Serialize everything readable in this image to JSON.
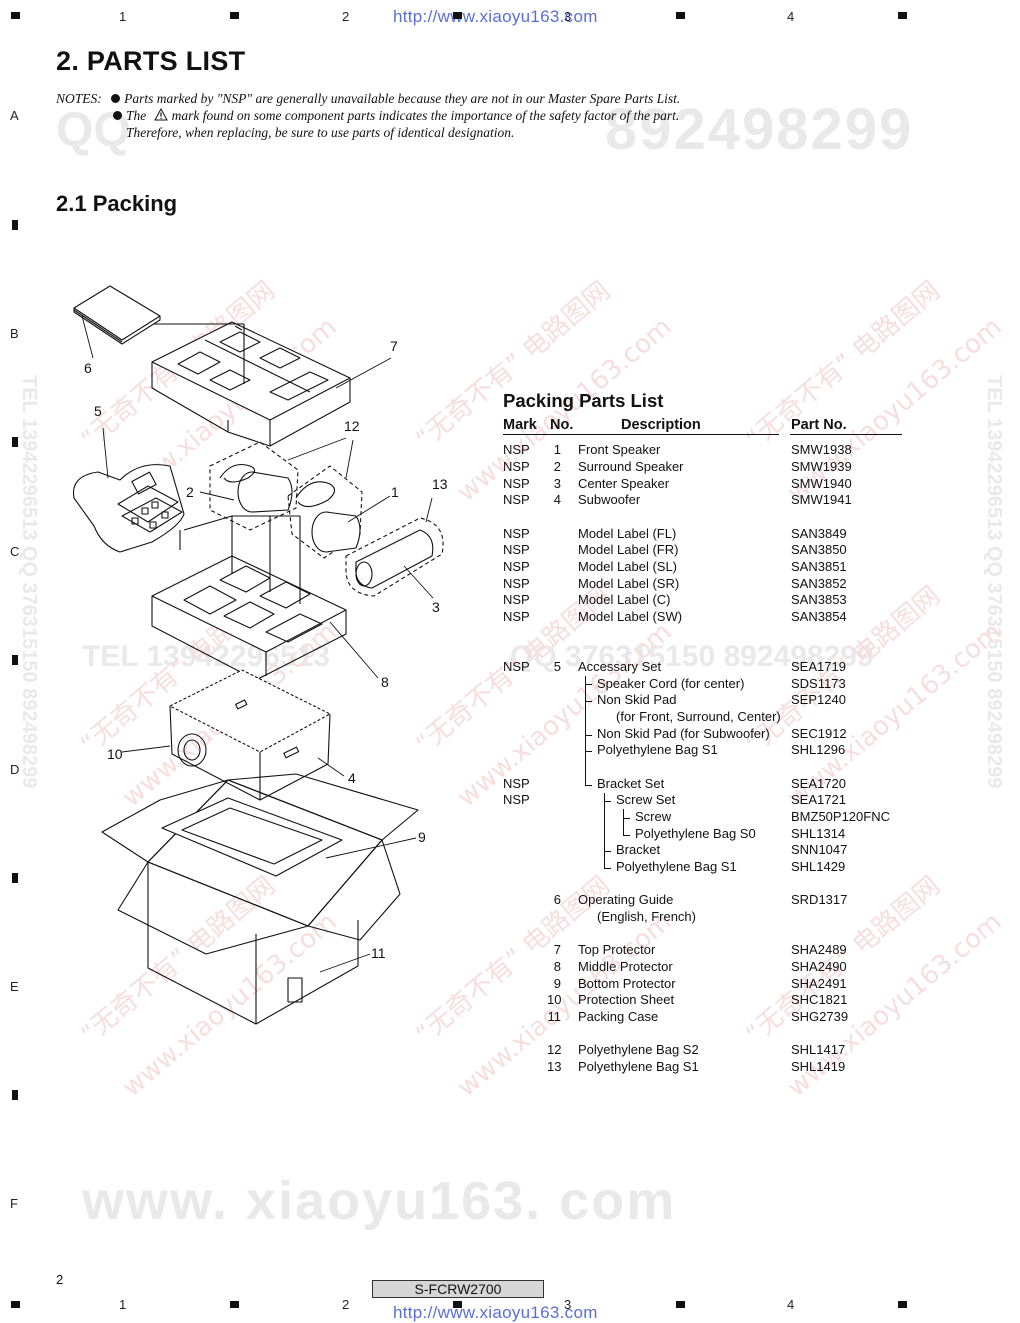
{
  "header": {
    "grid_numbers": [
      "1",
      "2",
      "3",
      "4"
    ],
    "url": "http://www.xiaoyu163.com"
  },
  "row_letters": [
    "A",
    "B",
    "C",
    "D",
    "E",
    "F"
  ],
  "title": "2. PARTS LIST",
  "notes": {
    "label": "NOTES:",
    "line1": "Parts marked by \"NSP\" are generally unavailable because they are not in our Master Spare Parts List.",
    "line2_pre": "The",
    "line2_post": "mark found on some component parts indicates the importance of the safety factor of the part.",
    "line3": "Therefore, when replacing, be sure to use parts of identical designation."
  },
  "section_title": "2.1 Packing",
  "watermarks": {
    "qq": "QQ",
    "digits": "892498299",
    "tel_mid": "TEL 13942296513",
    "qq_mid": "QQ 376315150  892498299",
    "site_bottom": "www. xiaoyu163. com",
    "side_text": "TEL 13942296513 QQ 376315150 892498299",
    "red_cn": "“无奇不有” 电路图网",
    "red_site": "www.xiaoyu163.com"
  },
  "diagram": {
    "callouts": [
      "1",
      "2",
      "3",
      "4",
      "5",
      "6",
      "7",
      "8",
      "9",
      "10",
      "11",
      "12",
      "13"
    ]
  },
  "packing_list": {
    "title": "Packing Parts List",
    "headers": {
      "mark": "Mark",
      "no": "No.",
      "description": "Description",
      "part_no": "Part No."
    },
    "rows": [
      {
        "mark": "NSP",
        "no": "1",
        "desc": "Front Speaker",
        "part": "SMW1938"
      },
      {
        "mark": "NSP",
        "no": "2",
        "desc": "Surround Speaker",
        "part": "SMW1939"
      },
      {
        "mark": "NSP",
        "no": "3",
        "desc": "Center Speaker",
        "part": "SMW1940"
      },
      {
        "mark": "NSP",
        "no": "4",
        "desc": "Subwoofer",
        "part": "SMW1941"
      },
      {
        "mark": "NSP",
        "no": "",
        "desc": "Model Label (FL)",
        "part": "SAN3849"
      },
      {
        "mark": "NSP",
        "no": "",
        "desc": "Model Label (FR)",
        "part": "SAN3850"
      },
      {
        "mark": "NSP",
        "no": "",
        "desc": "Model Label (SL)",
        "part": "SAN3851"
      },
      {
        "mark": "NSP",
        "no": "",
        "desc": "Model Label (SR)",
        "part": "SAN3852"
      },
      {
        "mark": "NSP",
        "no": "",
        "desc": "Model Label (C)",
        "part": "SAN3853"
      },
      {
        "mark": "NSP",
        "no": "",
        "desc": "Model Label (SW)",
        "part": "SAN3854"
      },
      {
        "mark": "NSP",
        "no": "5",
        "desc": "Accessary Set",
        "part": "SEA1719"
      },
      {
        "mark": "",
        "no": "",
        "desc": "Speaker Cord (for center)",
        "part": "SDS1173"
      },
      {
        "mark": "",
        "no": "",
        "desc": "Non Skid Pad",
        "part": "SEP1240"
      },
      {
        "mark": "",
        "no": "",
        "desc": "(for Front, Surround, Center)",
        "part": ""
      },
      {
        "mark": "",
        "no": "",
        "desc": "Non Skid Pad (for Subwoofer)",
        "part": "SEC1912"
      },
      {
        "mark": "",
        "no": "",
        "desc": "Polyethylene Bag S1",
        "part": "SHL1296"
      },
      {
        "mark": "NSP",
        "no": "",
        "desc": "Bracket Set",
        "part": "SEA1720"
      },
      {
        "mark": "NSP",
        "no": "",
        "desc": "Screw Set",
        "part": "SEA1721"
      },
      {
        "mark": "",
        "no": "",
        "desc": "Screw",
        "part": "BMZ50P120FNC"
      },
      {
        "mark": "",
        "no": "",
        "desc": "Polyethylene Bag S0",
        "part": "SHL1314"
      },
      {
        "mark": "",
        "no": "",
        "desc": "Bracket",
        "part": "SNN1047"
      },
      {
        "mark": "",
        "no": "",
        "desc": "Polyethylene Bag S1",
        "part": "SHL1429"
      },
      {
        "mark": "",
        "no": "6",
        "desc": "Operating Guide",
        "part": "SRD1317"
      },
      {
        "mark": "",
        "no": "",
        "desc": "(English, French)",
        "part": ""
      },
      {
        "mark": "",
        "no": "7",
        "desc": "Top Protector",
        "part": "SHA2489"
      },
      {
        "mark": "",
        "no": "8",
        "desc": "Middle Protector",
        "part": "SHA2490"
      },
      {
        "mark": "",
        "no": "9",
        "desc": "Bottom Protector",
        "part": "SHA2491"
      },
      {
        "mark": "",
        "no": "10",
        "desc": "Protection Sheet",
        "part": "SHC1821"
      },
      {
        "mark": "",
        "no": "11",
        "desc": "Packing Case",
        "part": "SHG2739"
      },
      {
        "mark": "",
        "no": "12",
        "desc": "Polyethylene Bag S2",
        "part": "SHL1417"
      },
      {
        "mark": "",
        "no": "13",
        "desc": "Polyethylene Bag S1",
        "part": "SHL1419"
      }
    ]
  },
  "footer": {
    "page_number": "2",
    "model": "S-FCRW2700"
  }
}
